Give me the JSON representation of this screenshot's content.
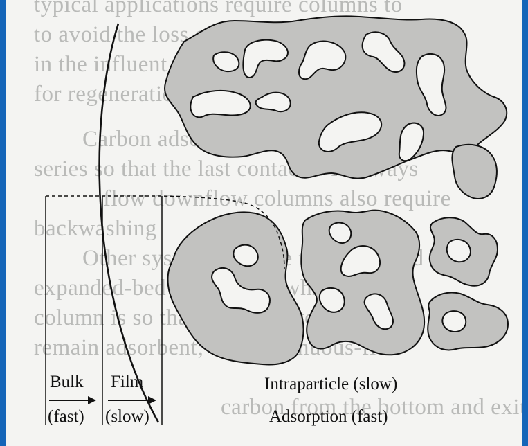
{
  "diagram": {
    "bulk": {
      "title": "Bulk",
      "rate": "(fast)"
    },
    "film": {
      "title": "Film",
      "rate": "(slow)"
    },
    "intraparticle": "Intraparticle (slow)",
    "adsorption": "Adsorption (fast)"
  },
  "background_text": [
    "typical applications require columns to",
    "to avoid the loss of adsorbent. Since the",
    "in the influent to be treated is flowing",
    "for regeneration to be considered.",
    "Carbon adsorption systems are operated",
    "series so that the last contactor is always",
    "flow downflow columns also require",
    "backwashing",
    "Other systems include the expanded",
    "expanded-bed systems, in which flow",
    "column is so that particles would bump",
    "remain adsorbent; and continuous-flow",
    "carbon from the bottom and exits at the top."
  ],
  "colors": {
    "frame": "#1565b8",
    "paper": "#f4f4f2",
    "particle_fill": "#c2c2c0",
    "ink": "#111111"
  }
}
